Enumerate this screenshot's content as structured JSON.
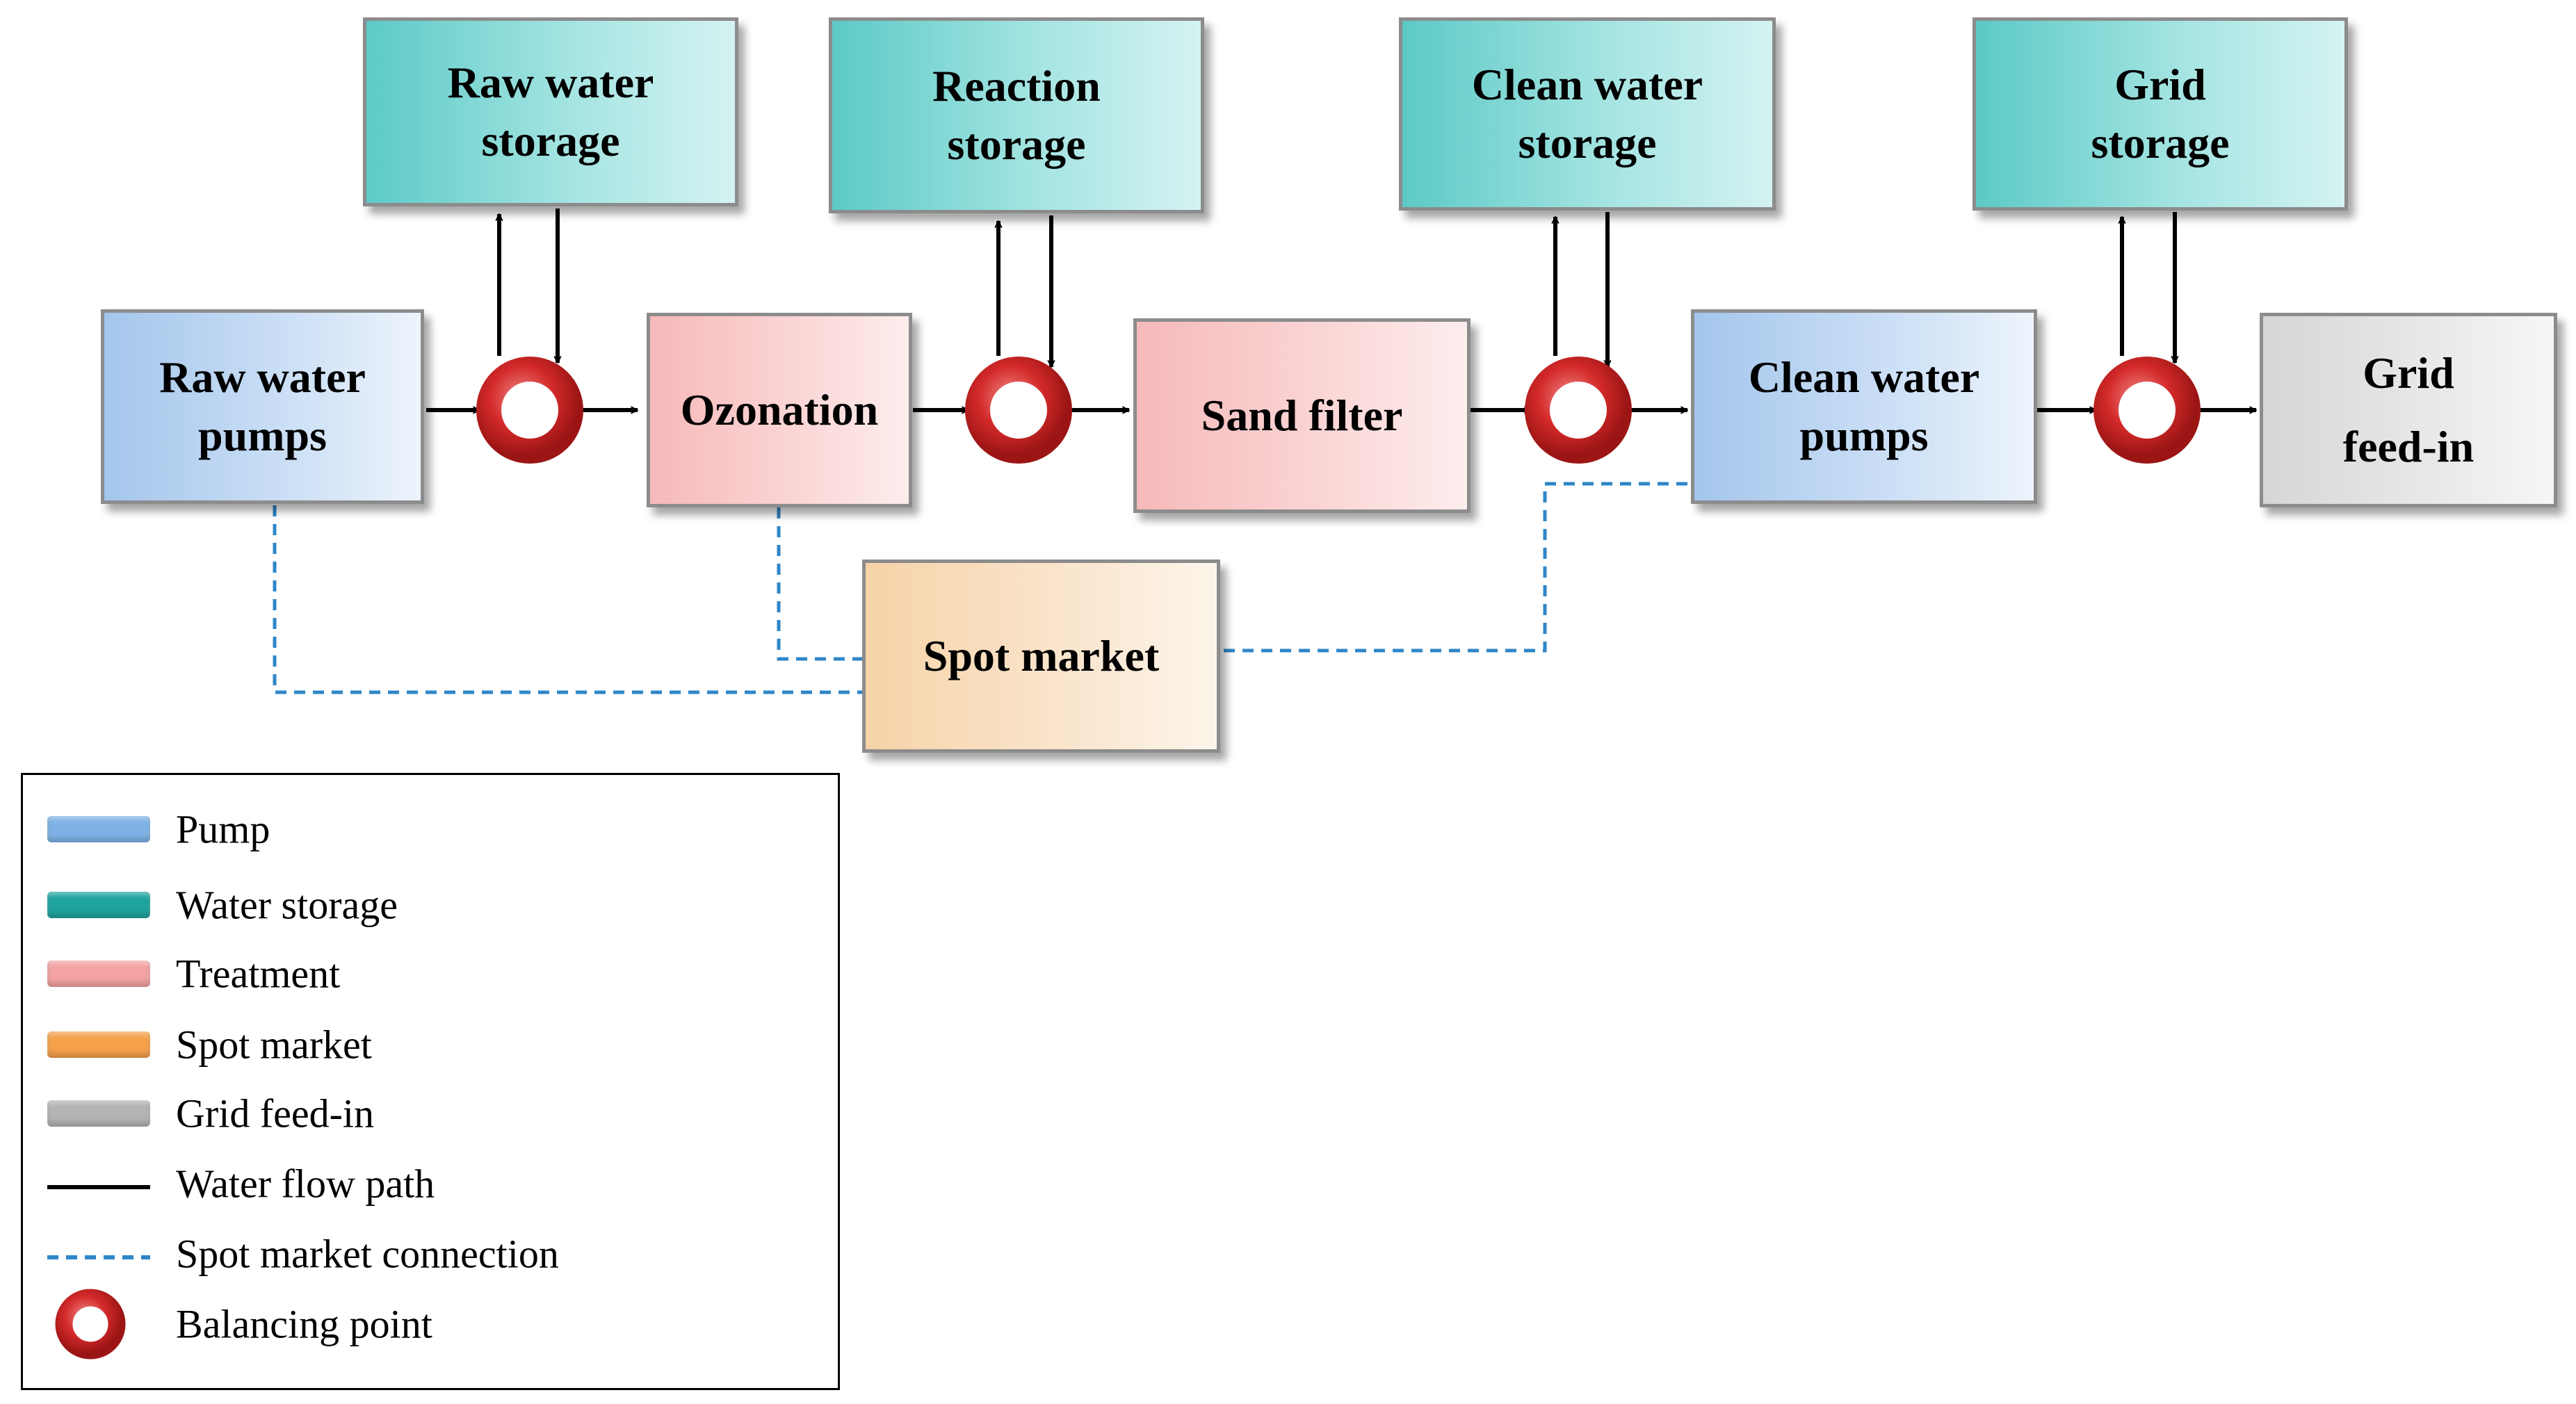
{
  "nodes": {
    "raw_storage": {
      "line1": "Raw water",
      "line2": "storage"
    },
    "reaction_storage": {
      "line1": "Reaction",
      "line2": "storage"
    },
    "clean_storage": {
      "line1": "Clean water",
      "line2": "storage"
    },
    "grid_storage": {
      "line1": "Grid",
      "line2": "storage"
    },
    "raw_pumps": {
      "line1": "Raw water",
      "line2": "pumps"
    },
    "ozonation": {
      "line1": "Ozonation"
    },
    "sand_filter": {
      "line1": "Sand filter"
    },
    "clean_pumps": {
      "line1": "Clean water",
      "line2": "pumps"
    },
    "grid_feed": {
      "line1": "Grid",
      "line2": "feed-in"
    },
    "spot_market": {
      "line1": "Spot market"
    }
  },
  "legend": [
    {
      "label": "Pump",
      "kind": "bar",
      "color": "#7fb3e6"
    },
    {
      "label": "Water storage",
      "kind": "bar",
      "color": "#1fa39f"
    },
    {
      "label": "Treatment",
      "kind": "bar",
      "color": "#f4a3a3"
    },
    {
      "label": "Spot market",
      "kind": "bar",
      "color": "#f5a14a"
    },
    {
      "label": "Grid feed-in",
      "kind": "bar",
      "color": "#b4b4b4"
    },
    {
      "label": "Water flow path",
      "kind": "solid-line",
      "color": "#000000"
    },
    {
      "label": "Spot market connection",
      "kind": "dashed-line",
      "color": "#2f86c8"
    },
    {
      "label": "Balancing point",
      "kind": "ring",
      "color": "#d42a2a"
    }
  ],
  "colors": {
    "flow": "#000000",
    "spot_connection": "#2f86c8",
    "balancing_ring": "#d42a2a",
    "box_border": "#8c8c8c"
  }
}
